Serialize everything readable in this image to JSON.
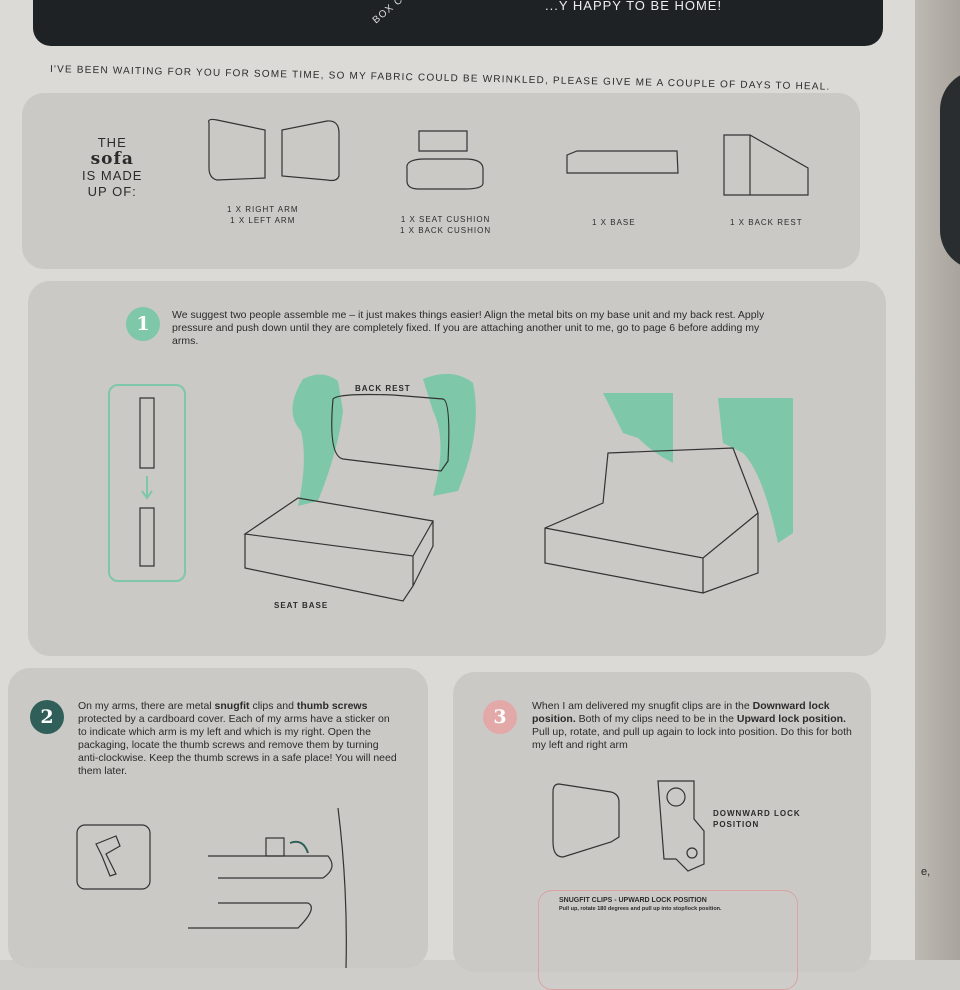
{
  "banner": {
    "left_text": "BOX CO",
    "right_text": "...Y HAPPY TO BE HOME!"
  },
  "notice": "I'VE BEEN WAITING FOR YOU FOR SOME TIME, SO MY FABRIC COULD BE WRINKLED, PLEASE GIVE ME A COUPLE OF DAYS TO HEAL.",
  "parts": {
    "heading": {
      "line1": "THE",
      "line2": "sofa",
      "line3": "IS MADE",
      "line4": "UP OF:"
    },
    "items": [
      {
        "line1": "1 X RIGHT ARM",
        "line2": "1 X LEFT ARM"
      },
      {
        "line1": "1 X SEAT CUSHION",
        "line2": "1 X BACK CUSHION"
      },
      {
        "line1": "1 X BASE"
      },
      {
        "line1": "1 X BACK REST"
      }
    ]
  },
  "step1": {
    "number": "1",
    "text": "We suggest two people assemble me – it just makes things easier! Align the metal bits on my base unit and my back rest. Apply pressure and push down until they are completely fixed. If you are attaching another unit to me, go to page 6 before adding my arms.",
    "label_back": "BACK REST",
    "label_seat": "SEAT BASE",
    "color": "#7ec7a8"
  },
  "step2": {
    "number": "2",
    "text_a": "On my arms, there are metal ",
    "bold_a": "snugfit",
    "text_b": " clips and ",
    "bold_b": "thumb screws",
    "text_c": " protected by a cardboard cover. Each of my arms have a sticker on to indicate which arm is my left and which is my right. Open the packaging, locate the thumb screws and remove them by turning anti-clockwise. Keep the thumb screws in a safe place! You will need them later.",
    "color": "#2f5f58"
  },
  "step3": {
    "number": "3",
    "text_a": "When I am delivered my snugfit clips are in the ",
    "bold_a": "Downward lock position.",
    "text_b": " Both of my clips need to be in the ",
    "bold_b": "Upward lock position.",
    "text_c": " Pull up, rotate, and pull up again to lock into position. Do this for both my left and right arm",
    "label_down": "DOWNWARD LOCK POSITION",
    "upward_title": "SNUGFIT CLIPS - UPWARD LOCK POSITION",
    "upward_sub": "Pull up, rotate 180 degrees and pull up into stop/lock position.",
    "color": "#e3a8a8"
  },
  "stray": "e,"
}
